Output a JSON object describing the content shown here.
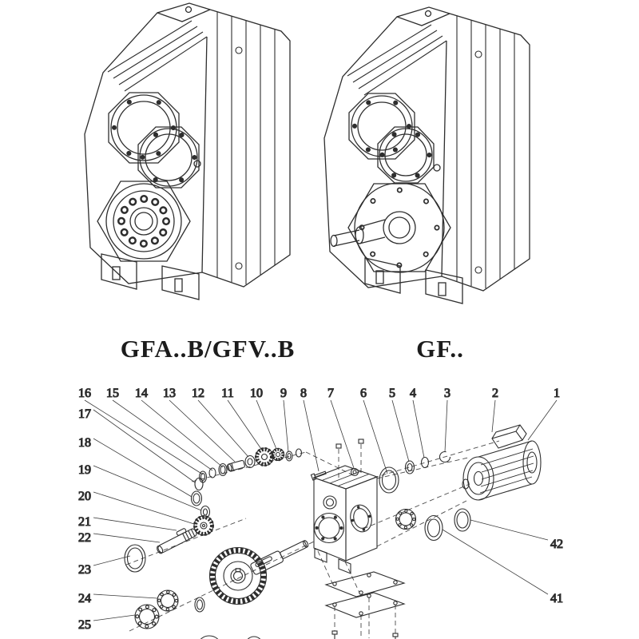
{
  "sheet": {
    "background": "#ffffff",
    "line_color": "#2e2e2e",
    "callout_color": "#2a2a2a"
  },
  "figures": {
    "left_label": "GFA..B/GFV..B",
    "right_label": "GF.."
  },
  "exploded_view": {
    "callouts_top": [
      "16",
      "15",
      "14",
      "13",
      "12",
      "11",
      "10",
      "9",
      "8",
      "7",
      "6",
      "5",
      "4",
      "3",
      "2",
      "1"
    ],
    "callouts_left": [
      "17",
      "18",
      "19",
      "20",
      "21",
      "22",
      "23",
      "24",
      "25"
    ],
    "callouts_right": [
      "42",
      "41"
    ]
  }
}
